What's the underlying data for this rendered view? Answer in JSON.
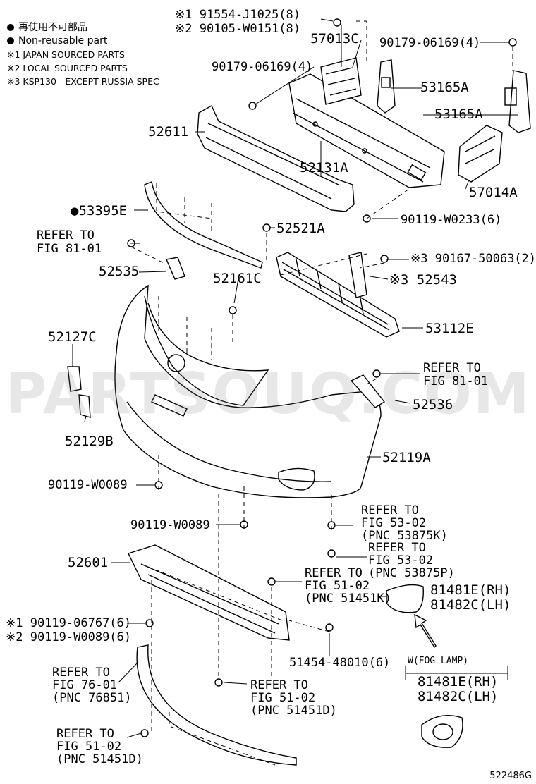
{
  "legend": {
    "item1": "再使用不可部品",
    "item2": "Non-reusable part",
    "note1": "※1 JAPAN SOURCED PARTS",
    "note2": "※2 LOCAL SOURCED PARTS",
    "note3": "※3 KSP130 - EXCEPT RUSSIA SPEC"
  },
  "labels": {
    "p91554": "※1 91554-J1025(8)",
    "p90105": "※2 90105-W0151(8)",
    "p57013C": "57013C",
    "p90179a": "90179-06169(4)",
    "p90179b": "90179-06169(4)",
    "p53165A_1": "53165A",
    "p53165A_2": "53165A",
    "p52611": "52611",
    "p52131A": "52131A",
    "p57014A": "57014A",
    "p53395E": "●53395E",
    "p90119W0233": "90119-W0233(6)",
    "p52521A": "52521A",
    "ref8101a_1": "REFER TO",
    "ref8101a_2": "FIG 81-01",
    "p90167": "※3 90167-50063(2)",
    "p52535": "52535",
    "p52161C": "52161C",
    "p52543": "※3 52543",
    "p53112E": "53112E",
    "p52127C": "52127C",
    "ref8101b_1": "REFER TO",
    "ref8101b_2": "FIG 81-01",
    "p52536": "52536",
    "p52129B": "52129B",
    "p52119A": "52119A",
    "p90119W0089a": "90119-W0089",
    "p90119W0089b": "90119-W0089",
    "ref5302a_1": "REFER TO",
    "ref5302a_2": "FIG 53-02",
    "ref5302a_3": "(PNC 53875K)",
    "ref5302b_1": "REFER TO",
    "ref5302b_2": "FIG 53-02",
    "ref5302b_3": "(PNC 53875P)",
    "p52601": "52601",
    "ref5102a_1": "REFER TO",
    "ref5102a_2": "FIG 51-02",
    "ref5102a_3": "(PNC 51451K)",
    "p81481E_1": "81481E(RH)",
    "p81482C_1": "81482C(LH)",
    "p90119_06767": "※1 90119-06767(6)",
    "p90119_W0089_6": "※2 90119-W0089(6)",
    "p51454": "51454-48010(6)",
    "fog_title": "W(FOG LAMP)",
    "p81481E_2": "81481E(RH)",
    "p81482C_2": "81482C(LH)",
    "ref7601_1": "REFER TO",
    "ref7601_2": "FIG 76-01",
    "ref7601_3": "(PNC 76851)",
    "ref5102b_1": "REFER TO",
    "ref5102b_2": "FIG 51-02",
    "ref5102b_3": "(PNC 51451D)",
    "ref5102c_1": "REFER TO",
    "ref5102c_2": "FIG 51-02",
    "ref5102c_3": "(PNC 51451D)"
  },
  "watermark": "PARTSOUQ.COM",
  "diagram_code": "522486G"
}
